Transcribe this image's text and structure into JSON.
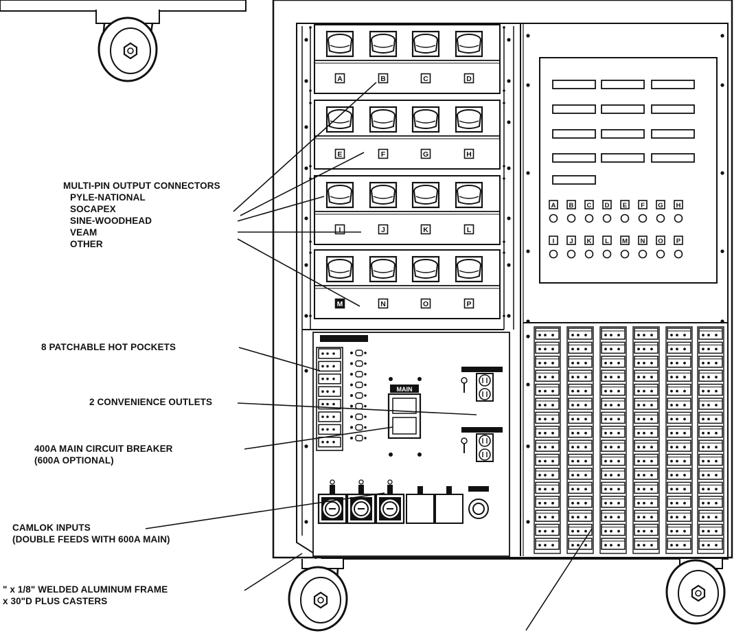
{
  "callouts": {
    "multipin": {
      "heading": "MULTI-PIN OUTPUT CONNECTORS",
      "items": [
        "PYLE-NATIONAL",
        "SOCAPEX",
        "SINE-WOODHEAD",
        "VEAM",
        "OTHER"
      ]
    },
    "hot_pockets": "8 PATCHABLE HOT POCKETS",
    "outlets": "2 CONVENIENCE OUTLETS",
    "breaker": {
      "line1": "400A MAIN CIRCUIT BREAKER",
      "line2": "(600A OPTIONAL)"
    },
    "camlok": {
      "line1": "CAMLOK INPUTS",
      "line2": "(DOUBLE FEEDS WITH 600A MAIN)"
    },
    "frame": {
      "line1": "\" x 1/8\" WELDED ALUMINUM FRAME",
      "line2": "x 30\"D PLUS CASTERS"
    }
  },
  "connector_panels": [
    {
      "labels": [
        "A",
        "B",
        "C",
        "D"
      ]
    },
    {
      "labels": [
        "E",
        "F",
        "G",
        "H"
      ]
    },
    {
      "labels": [
        "I",
        "J",
        "K",
        "L"
      ]
    },
    {
      "labels": [
        "M",
        "N",
        "O",
        "P"
      ]
    }
  ],
  "indicator_panel": {
    "row1_labels": [
      "A",
      "B",
      "C",
      "D",
      "E",
      "F",
      "G",
      "H"
    ],
    "row2_labels": [
      "I",
      "J",
      "K",
      "L",
      "M",
      "N",
      "O",
      "P"
    ]
  },
  "main_label": "MAIN"
}
